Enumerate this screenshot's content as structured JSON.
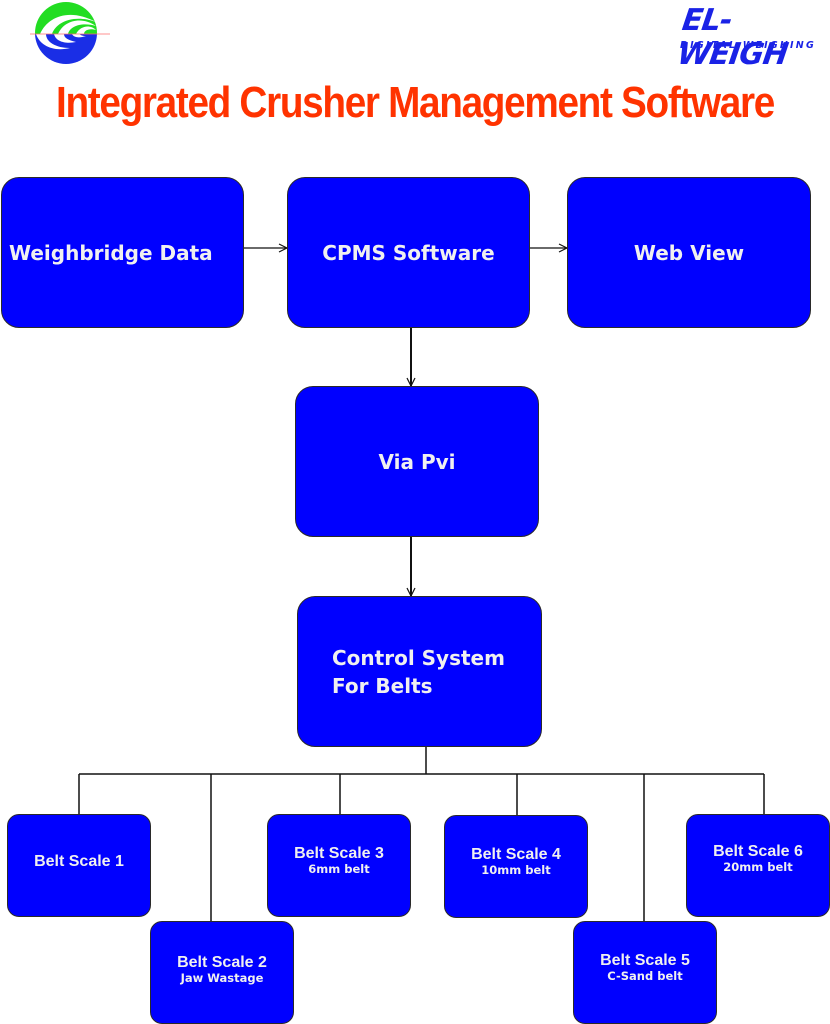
{
  "header": {
    "left_logo": "swirl-logo-icon",
    "right_logo": {
      "brand": "EL-WEIGH",
      "tagline": "DIGITAL WEIGHING"
    },
    "title": "Integrated Crusher Management Software"
  },
  "colors": {
    "node_fill": "#0000ff",
    "title": "#ff3300",
    "brand": "#1a22e6",
    "text": "#f0f0f0"
  },
  "top_row": [
    {
      "label": "Weighbridge Data"
    },
    {
      "label": "CPMS Software"
    },
    {
      "label": "Web View"
    }
  ],
  "flow": [
    {
      "label": "Via Pvi"
    },
    {
      "label": "Control System\nFor Belts",
      "line1": "Control System",
      "line2": "For Belts"
    }
  ],
  "belt_scales": [
    {
      "label": "Belt Scale 1",
      "sub": ""
    },
    {
      "label": "Belt Scale 2",
      "sub": "Jaw Wastage"
    },
    {
      "label": "Belt Scale 3",
      "sub": "6mm belt"
    },
    {
      "label": "Belt Scale 4",
      "sub": "10mm belt"
    },
    {
      "label": "Belt Scale 5",
      "sub": "C-Sand belt"
    },
    {
      "label": "Belt Scale 6",
      "sub": "20mm belt"
    }
  ],
  "edges": [
    {
      "from": "Weighbridge Data",
      "to": "CPMS Software"
    },
    {
      "from": "CPMS Software",
      "to": "Web View"
    },
    {
      "from": "CPMS Software",
      "to": "Via Pvi"
    },
    {
      "from": "Via Pvi",
      "to": "Control System For Belts"
    },
    {
      "from": "Control System For Belts",
      "to": "Belt Scale 1"
    },
    {
      "from": "Control System For Belts",
      "to": "Belt Scale 2"
    },
    {
      "from": "Control System For Belts",
      "to": "Belt Scale 3"
    },
    {
      "from": "Control System For Belts",
      "to": "Belt Scale 4"
    },
    {
      "from": "Control System For Belts",
      "to": "Belt Scale 5"
    },
    {
      "from": "Control System For Belts",
      "to": "Belt Scale 6"
    }
  ]
}
